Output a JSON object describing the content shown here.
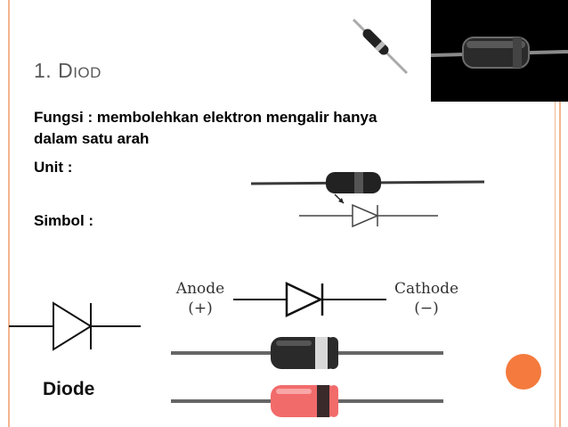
{
  "slide": {
    "title_prefix": "1. D",
    "title_rest": "IOD",
    "function_text_line1": "Fungsi : membolehkan elektron mengalir hanya",
    "function_text_line2": "dalam satu arah",
    "unit_label": "Unit :",
    "symbol_label": "Simbol :"
  },
  "diagram": {
    "anode_label": "Anode",
    "anode_sign": "(+)",
    "cathode_label": "Cathode",
    "cathode_sign": "(−)",
    "diode_caption": "Diode"
  },
  "colors": {
    "frame": "#f4b58f",
    "accent_dot": "#f47a3d",
    "red_diode": "#f26b6b"
  }
}
